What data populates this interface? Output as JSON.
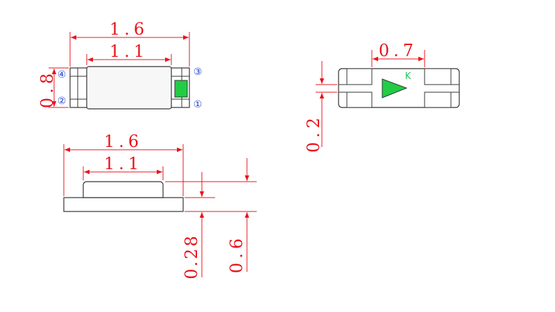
{
  "colors": {
    "dimension": "#e8141c",
    "pin_label": "#1a3fd0",
    "led_green": "#22cc44",
    "outline": "#333333",
    "package_fill": "#f2f2f2"
  },
  "top_view": {
    "overall_length": "1.6",
    "body_length": "1.1",
    "width": "0.8",
    "pins": {
      "p1": "①",
      "p2": "②",
      "p3": "③",
      "p4": "④"
    }
  },
  "bottom_view": {
    "pad_spacing": "0.7",
    "pad_gap": "0.2",
    "cathode_mark": "K"
  },
  "side_view": {
    "overall_length": "1.6",
    "body_length": "1.1",
    "body_height": "0.28",
    "total_height": "0.6"
  }
}
